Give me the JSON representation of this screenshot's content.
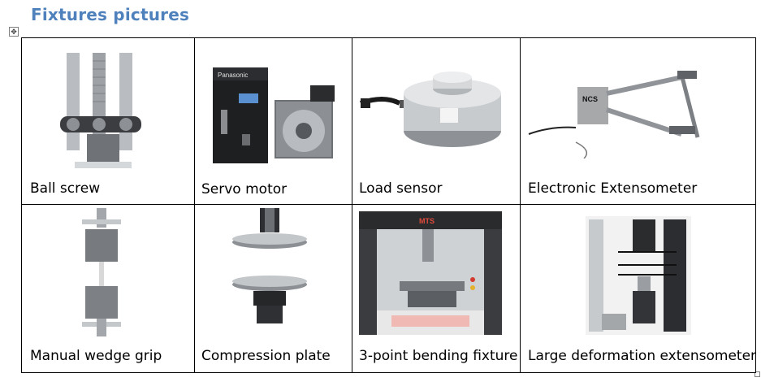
{
  "heading": "Fixtures pictures",
  "table": {
    "row1": [
      "Ball screw",
      "Servo motor",
      "Load sensor",
      "Electronic Extensometer"
    ],
    "row2": [
      "Manual wedge grip",
      "Compression plate",
      "3-point bending fixture",
      "Large deformation extensometer"
    ]
  },
  "images": {
    "servo_brand": "Panasonic",
    "extensometer_brand": "NCS",
    "machine_brand": "MTS"
  },
  "icons": [
    "move-handle-icon",
    "resize-handle-icon"
  ]
}
